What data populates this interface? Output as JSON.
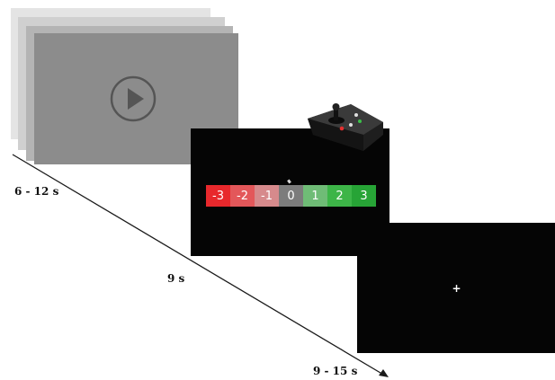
{
  "scale": {
    "cells": [
      {
        "label": "-3",
        "color": "#e8282c"
      },
      {
        "label": "-2",
        "color": "#e3575a"
      },
      {
        "label": "-1",
        "color": "#d68a8c"
      },
      {
        "label": "0",
        "color": "#7c7c7c"
      },
      {
        "label": "1",
        "color": "#6fbc76"
      },
      {
        "label": "2",
        "color": "#3db548"
      },
      {
        "label": "3",
        "color": "#27a436"
      }
    ]
  },
  "fixation": {
    "symbol": "+"
  },
  "durations": {
    "video": "6 - 12 s",
    "rating": "9 s",
    "fixation": "9 - 15 s"
  },
  "icons": {
    "video": "play-icon",
    "device": "joystick-icon",
    "fixation": "fixation-cross"
  }
}
